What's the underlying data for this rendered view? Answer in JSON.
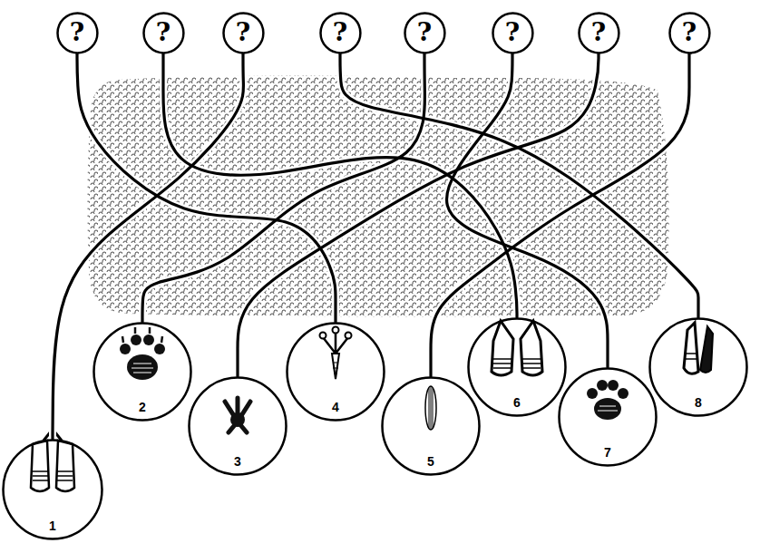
{
  "diagram": {
    "nodes": [
      {
        "text": [
          "?"
        ]
      },
      {
        "text": [
          "?"
        ]
      },
      {
        "text": [
          "?"
        ]
      },
      {
        "text": [
          "?"
        ]
      },
      {
        "text": [
          "?"
        ]
      },
      {
        "text": [
          "?"
        ]
      },
      {
        "text": [
          "?"
        ]
      },
      {
        "text": [
          "?"
        ]
      },
      {
        "text": [
          "1"
        ]
      },
      {
        "text": [
          "2"
        ]
      },
      {
        "text": [
          "3"
        ]
      },
      {
        "text": [
          "4"
        ]
      },
      {
        "text": [
          "5"
        ]
      },
      {
        "text": [
          "6"
        ]
      },
      {
        "text": [
          "7"
        ]
      },
      {
        "text": [
          "8"
        ]
      }
    ],
    "edges": [
      {
        "from": 0,
        "to": 11,
        "arrow": "none"
      },
      {
        "from": 1,
        "to": 13,
        "arrow": "none"
      },
      {
        "from": 2,
        "to": 8,
        "arrow": "none"
      },
      {
        "from": 3,
        "to": 15,
        "arrow": "none"
      },
      {
        "from": 4,
        "to": 9,
        "arrow": "none"
      },
      {
        "from": 5,
        "to": 14,
        "arrow": "none"
      },
      {
        "from": 6,
        "to": 10,
        "arrow": "none"
      },
      {
        "from": 7,
        "to": 12,
        "arrow": "none"
      }
    ]
  }
}
